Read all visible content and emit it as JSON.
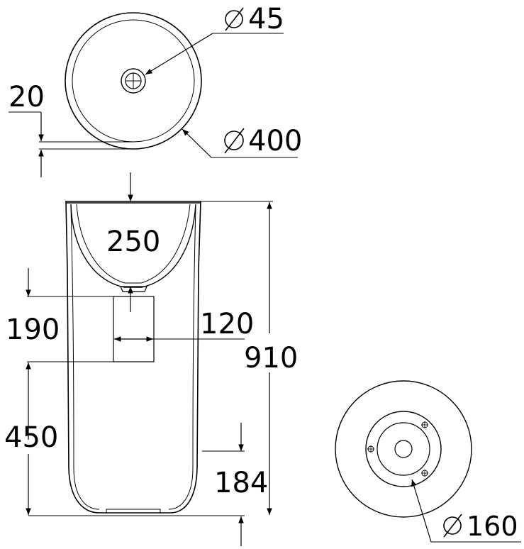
{
  "drawing": {
    "top_view": {
      "drain_dimension": "45",
      "bowl_dimension": "400",
      "rim_dimension": "20",
      "diameter_symbol": "Ø"
    },
    "front_view": {
      "bowl_depth": "250",
      "drain_height": "190",
      "drain_width": "120",
      "total_height": "910",
      "lower_height": "450",
      "base_height": "184"
    },
    "bottom_view": {
      "base_dimension": "160",
      "diameter_symbol": "Ø"
    }
  }
}
